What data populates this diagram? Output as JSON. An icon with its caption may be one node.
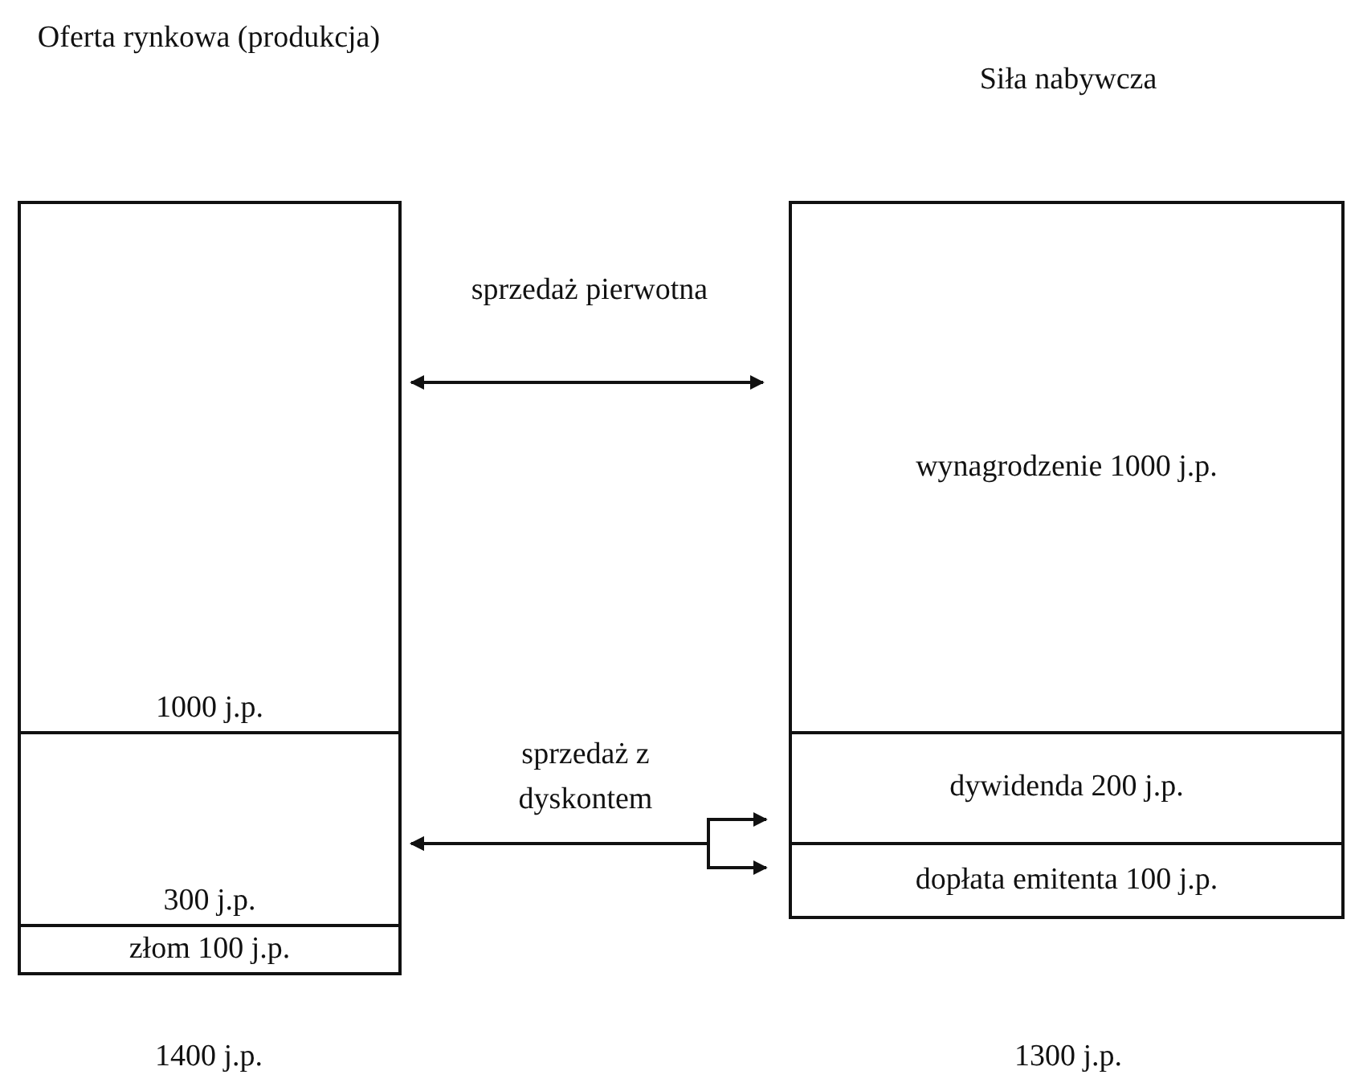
{
  "diagram": {
    "nodes": [
      {
        "text": [
          "1000 j.p."
        ]
      },
      {
        "text": [
          "300 j.p."
        ]
      },
      {
        "text": [
          "złom 100 j.p."
        ]
      },
      {
        "text": [
          "wynagrodzenie 1000 j.p."
        ]
      },
      {
        "text": [
          "dywidenda 200 j.p."
        ]
      },
      {
        "text": [
          "dopłata emitenta 100 j.p."
        ]
      }
    ],
    "edges": [
      {
        "from": 0,
        "to": 3,
        "arrow": "both",
        "label": "sprzedaż pierwotna"
      },
      {
        "from": 1,
        "to": 4,
        "arrow": "both",
        "label": "sprzedaż z dyskontem"
      },
      {
        "from": 1,
        "to": 5,
        "arrow": "both"
      }
    ],
    "labels": [
      "Oferta rynkowa (produkcja)",
      "Siła nabywcza",
      "1400 j.p.",
      "1300 j.p."
    ]
  }
}
